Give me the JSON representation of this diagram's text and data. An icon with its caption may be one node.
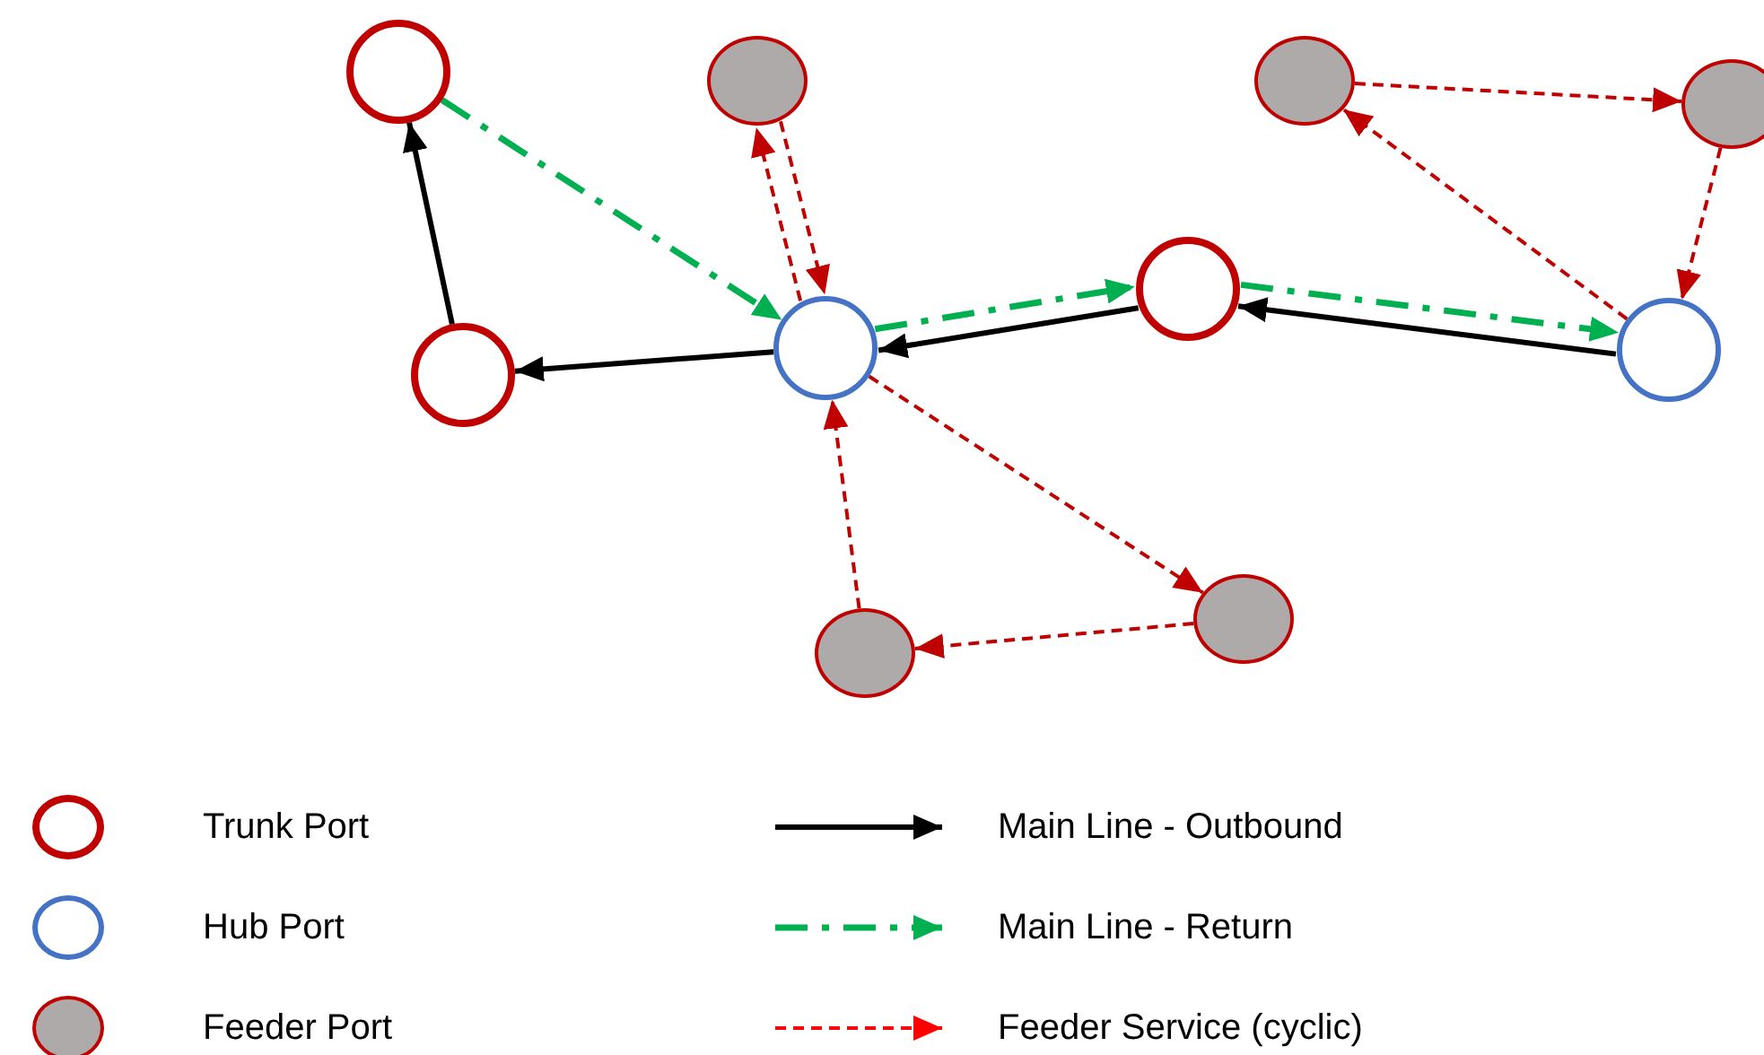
{
  "diagram": {
    "nodes": [
      {
        "text": [],
        "shape": "circle"
      },
      {
        "text": [],
        "shape": "circle"
      },
      {
        "text": [],
        "shape": "circle"
      },
      {
        "text": [],
        "shape": "circle"
      },
      {
        "text": [],
        "shape": "circle"
      },
      {
        "text": [],
        "shape": "circle"
      },
      {
        "text": [],
        "shape": "circle"
      },
      {
        "text": [],
        "shape": "circle"
      },
      {
        "text": [],
        "shape": "circle"
      },
      {
        "text": [],
        "shape": "circle"
      }
    ],
    "edges": [
      {
        "from": 5,
        "to": 0,
        "arrow": "to",
        "color": "#000000"
      },
      {
        "from": 6,
        "to": 5,
        "arrow": "to",
        "color": "#000000"
      },
      {
        "from": 4,
        "to": 6,
        "arrow": "to",
        "color": "#000000"
      },
      {
        "from": 7,
        "to": 4,
        "arrow": "to",
        "color": "#000000"
      },
      {
        "from": 0,
        "to": 6,
        "arrow": "to",
        "style": "dashed",
        "color": "#00b050"
      },
      {
        "from": 6,
        "to": 4,
        "arrow": "to",
        "style": "dashed",
        "color": "#00b050"
      },
      {
        "from": 4,
        "to": 7,
        "arrow": "to",
        "style": "dashed",
        "color": "#00b050"
      },
      {
        "from": 6,
        "to": 1,
        "arrow": "to",
        "style": "dashed"
      },
      {
        "from": 1,
        "to": 6,
        "arrow": "to",
        "style": "dashed"
      },
      {
        "from": 2,
        "to": 3,
        "arrow": "to",
        "style": "dashed"
      },
      {
        "from": 3,
        "to": 7,
        "arrow": "to",
        "style": "dashed"
      },
      {
        "from": 7,
        "to": 2,
        "arrow": "to",
        "style": "dashed"
      },
      {
        "from": 6,
        "to": 8,
        "arrow": "to",
        "style": "dashed"
      },
      {
        "from": 8,
        "to": 9,
        "arrow": "to",
        "style": "dashed"
      },
      {
        "from": 9,
        "to": 6,
        "arrow": "to",
        "style": "dashed"
      }
    ],
    "legend": [
      {
        "text": "Trunk Port"
      },
      {
        "text": "Hub Port"
      },
      {
        "text": "Feeder Port"
      },
      {
        "text": "Main Line - Outbound"
      },
      {
        "text": "Main Line - Return"
      },
      {
        "text": "Feeder Service (cyclic)"
      }
    ]
  }
}
